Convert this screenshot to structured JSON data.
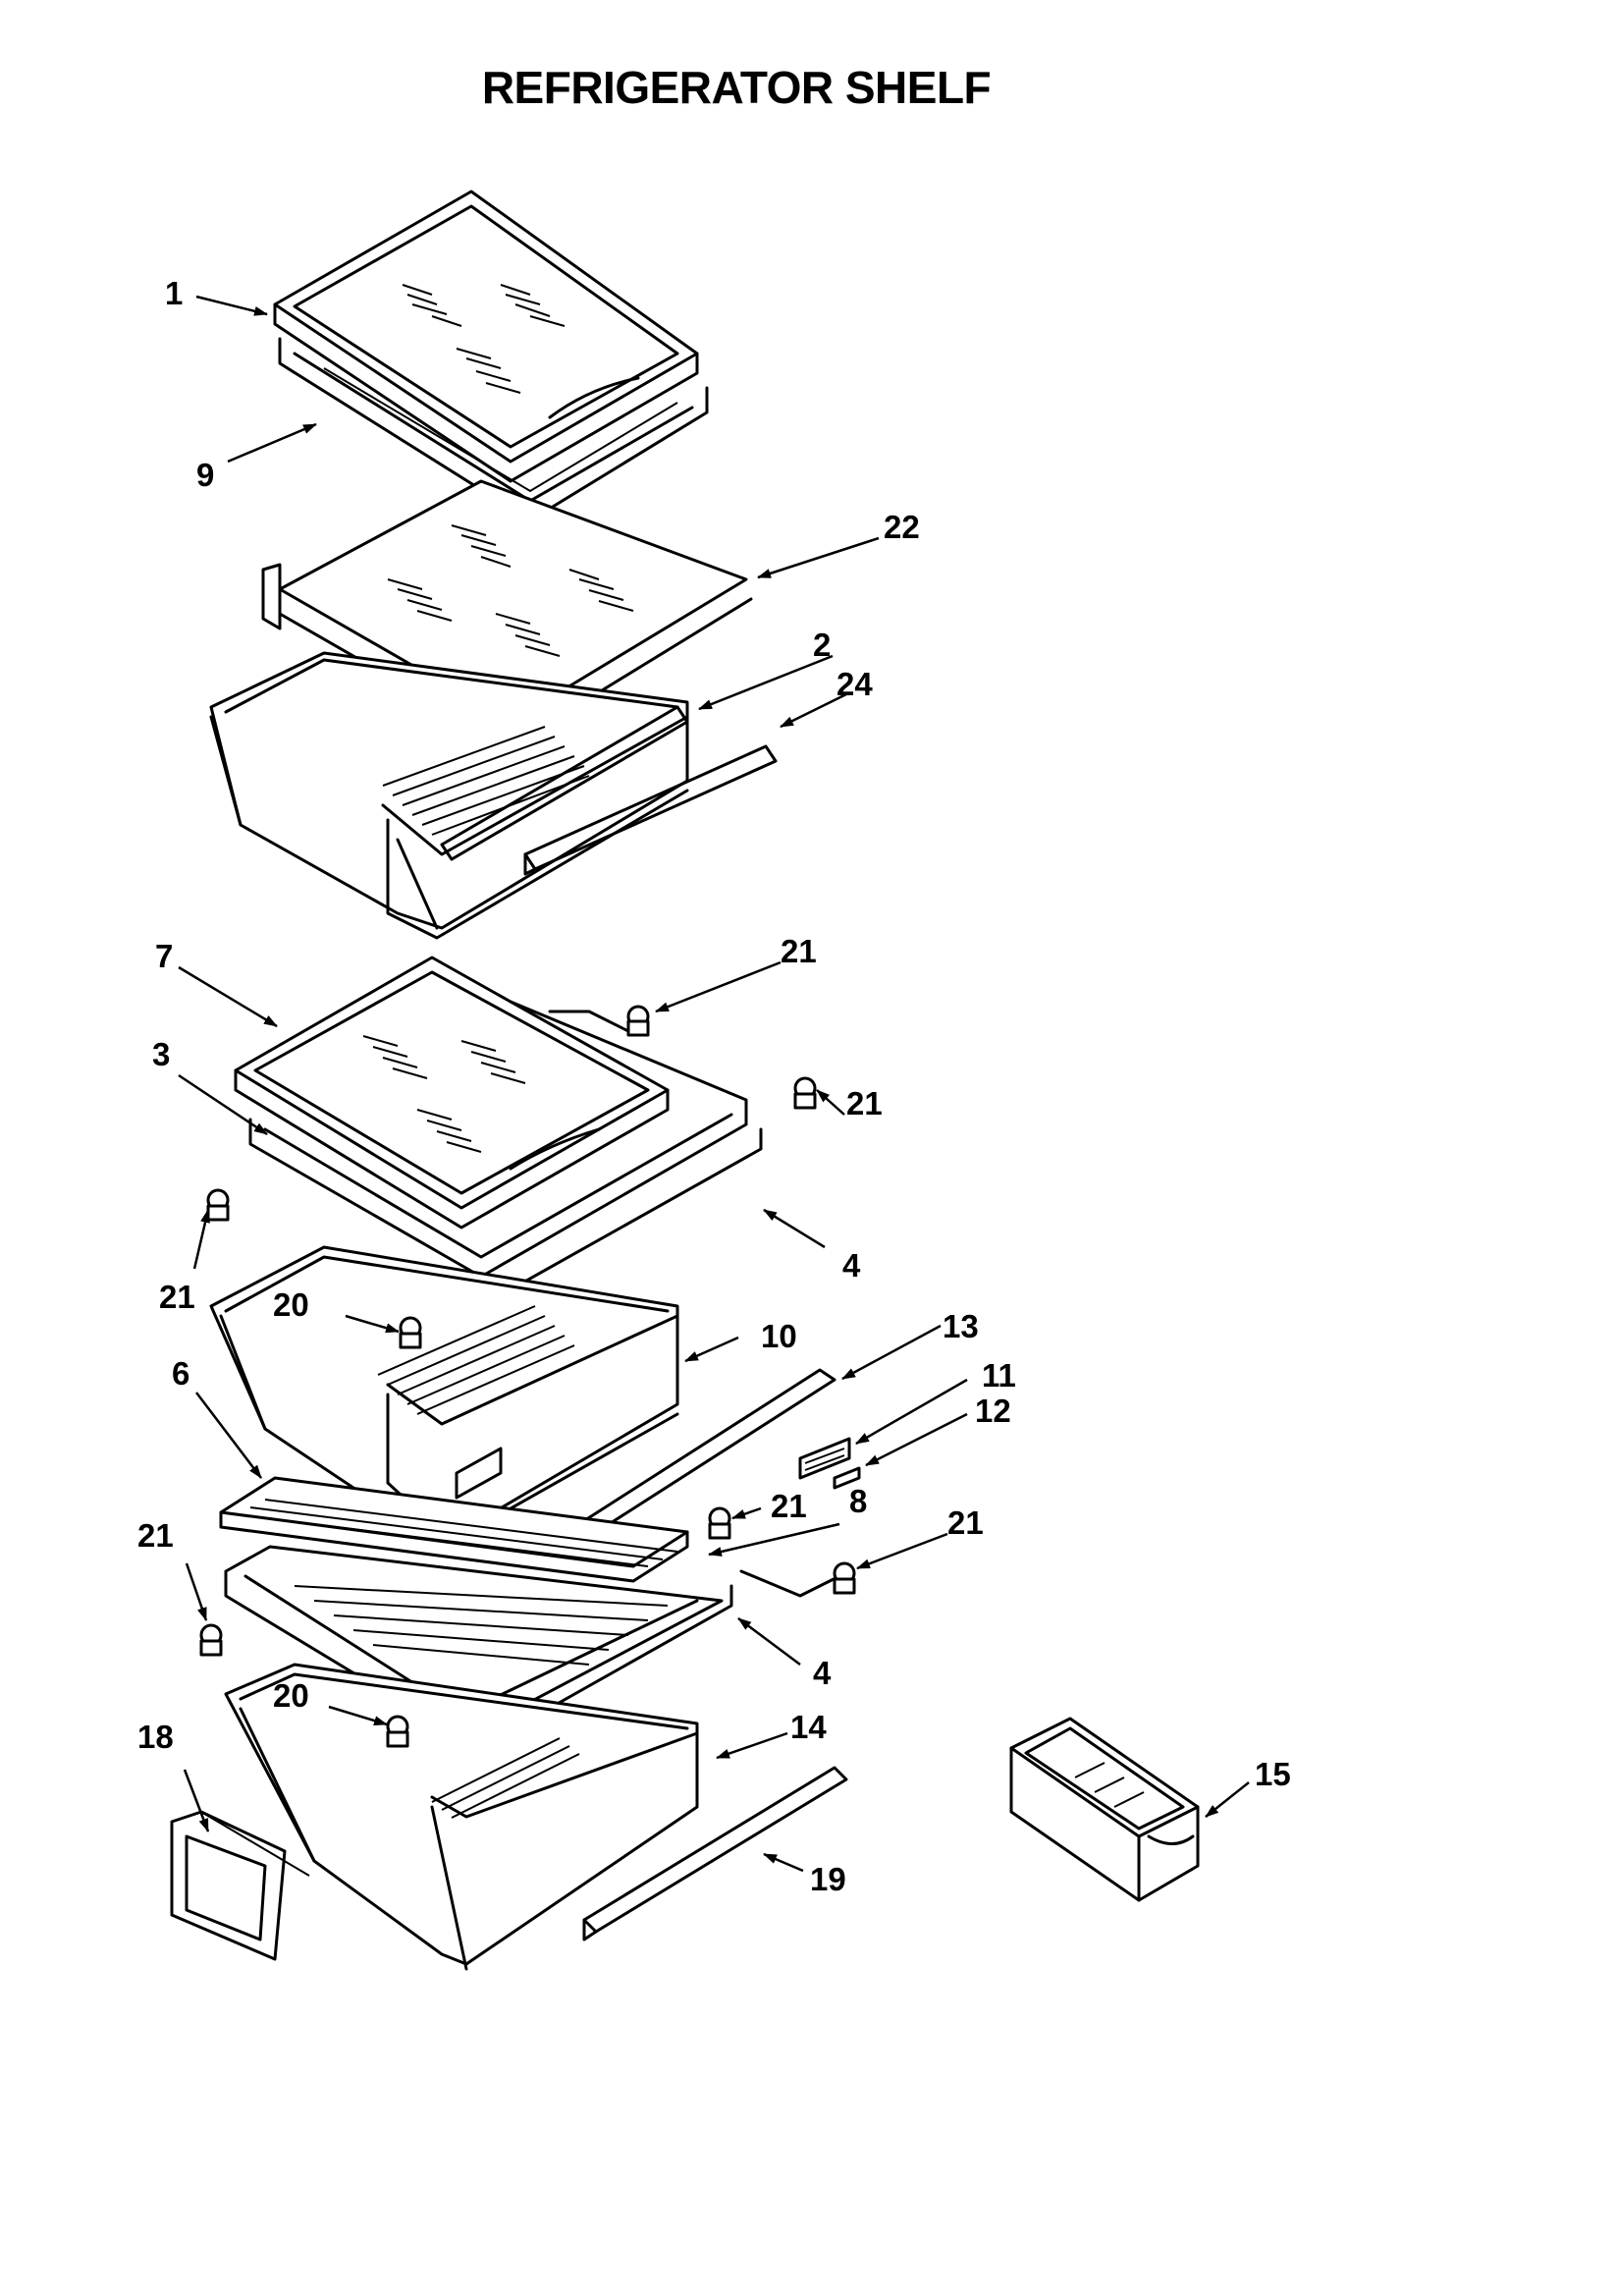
{
  "title": "REFRIGERATOR SHELF",
  "callouts": [
    "1",
    "9",
    "22",
    "2",
    "24",
    "7",
    "21",
    "3",
    "21",
    "4",
    "21",
    "20",
    "10",
    "13",
    "6",
    "11",
    "12",
    "21",
    "8",
    "21",
    "21",
    "4",
    "20",
    "14",
    "18",
    "15",
    "19"
  ]
}
